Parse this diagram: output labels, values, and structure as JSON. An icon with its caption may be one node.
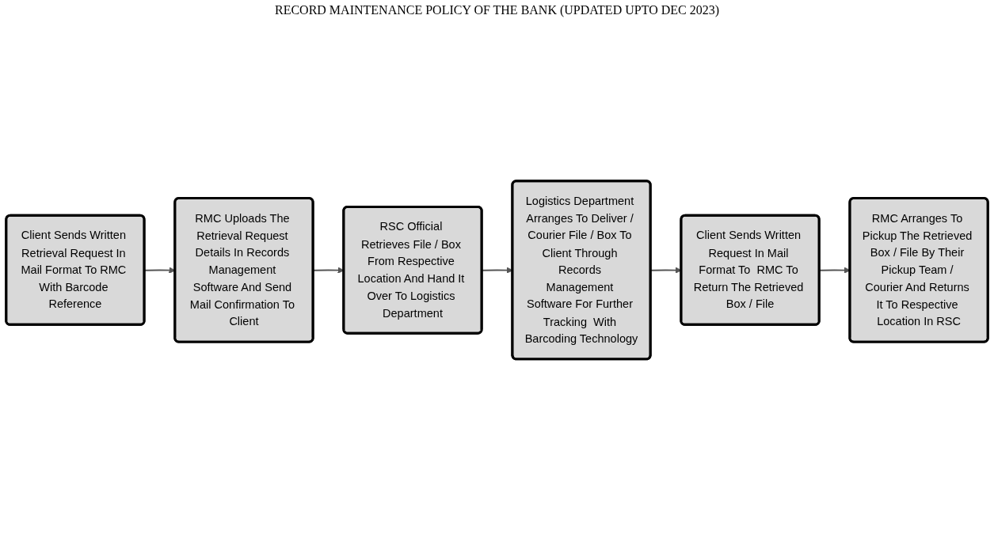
{
  "diagram": {
    "title": "RECORD MAINTENANCE POLICY OF THE BANK (UPDATED UPTO DEC 2023)",
    "nodes": [
      {
        "text": [
          "Client Sends Written Retrieval Request In Mail Format To RMC With Barcode Reference"
        ]
      },
      {
        "text": [
          "RMC Uploads The Retrieval Request Details In Records Management Software And Send Mail Confirmation To Client"
        ]
      },
      {
        "text": [
          "RSC Official Retrieves File / Box From Respective Location And Hand It Over To Logistics Department"
        ]
      },
      {
        "text": [
          "Logistics Department Arranges To Deliver / Courier File / Box To Client Through Records Management Software For Further Tracking  With Barcoding Technology"
        ]
      },
      {
        "text": [
          "Client Sends Written Request In Mail Format To  RMC To Return The Retrieved Box / File"
        ]
      },
      {
        "text": [
          "RMC Arranges To Pickup The Retrieved Box / File By Their Pickup Team / Courier And Returns It To Respective Location In RSC"
        ]
      }
    ],
    "edges": [
      {
        "from": 0,
        "to": 1,
        "arrow": "to"
      },
      {
        "from": 1,
        "to": 2,
        "arrow": "to"
      },
      {
        "from": 2,
        "to": 3,
        "arrow": "to"
      },
      {
        "from": 3,
        "to": 4,
        "arrow": "to"
      },
      {
        "from": 4,
        "to": 5,
        "arrow": "to"
      }
    ]
  }
}
